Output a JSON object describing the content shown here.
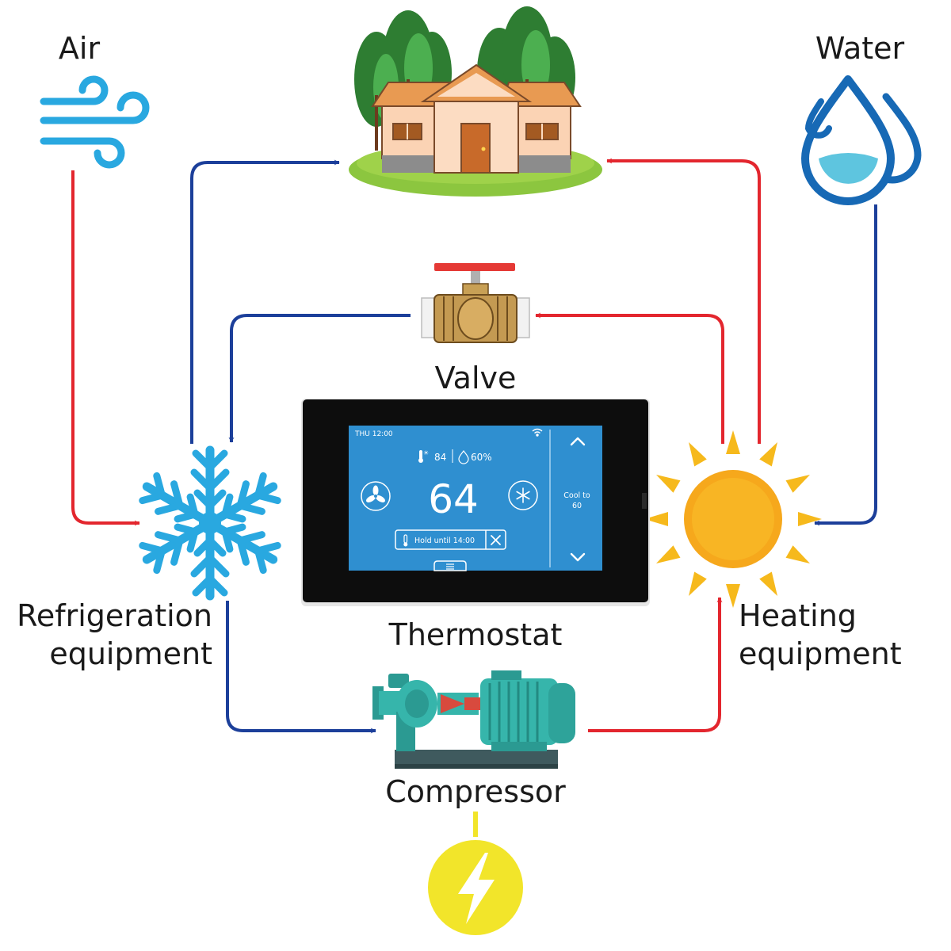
{
  "labels": {
    "air": "Air",
    "water": "Water",
    "valve": "Valve",
    "thermostat": "Thermostat",
    "refrigeration_line1": "Refrigeration",
    "refrigeration_line2": "equipment",
    "heating_line1": "Heating",
    "heating_line2": "equipment",
    "compressor": "Compressor"
  },
  "thermostat": {
    "day_time": "THU 12:00",
    "outdoor_temp": "84",
    "humidity": "60%",
    "set_temp": "64",
    "hold": "Hold until 14:00",
    "mode_line1": "Cool to",
    "mode_line2": "60"
  },
  "icons": {
    "air": "wind-icon",
    "water": "water-drops-icon",
    "house": "house-icon",
    "valve": "valve-icon",
    "snowflake": "snowflake-icon",
    "sun": "sun-icon",
    "compressor": "compressor-pump-icon",
    "power": "lightning-icon"
  },
  "colors": {
    "hot_line": "#e3262e",
    "cold_line": "#1c3f9a",
    "ice_blue": "#29a8e0",
    "sun_orange": "#f6a81c",
    "power_yellow": "#f2e52a",
    "screen_blue": "#2f8fd0"
  }
}
